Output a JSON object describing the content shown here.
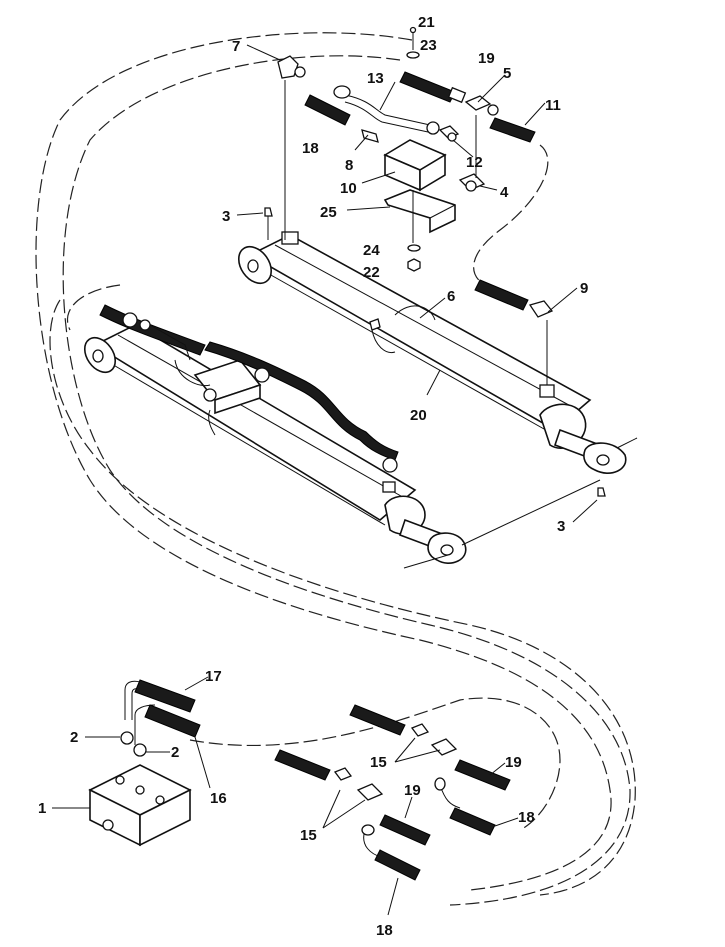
{
  "diagram": {
    "callouts": [
      {
        "id": "c21",
        "text": "21"
      },
      {
        "id": "c23",
        "text": "23"
      },
      {
        "id": "c7",
        "text": "7"
      },
      {
        "id": "c19a",
        "text": "19"
      },
      {
        "id": "c5",
        "text": "5"
      },
      {
        "id": "c13",
        "text": "13"
      },
      {
        "id": "c11",
        "text": "11"
      },
      {
        "id": "c18a",
        "text": "18"
      },
      {
        "id": "c12",
        "text": "12"
      },
      {
        "id": "c8",
        "text": "8"
      },
      {
        "id": "c10",
        "text": "10"
      },
      {
        "id": "c4",
        "text": "4"
      },
      {
        "id": "c3a",
        "text": "3"
      },
      {
        "id": "c25",
        "text": "25"
      },
      {
        "id": "c24",
        "text": "24"
      },
      {
        "id": "c22",
        "text": "22"
      },
      {
        "id": "c9",
        "text": "9"
      },
      {
        "id": "c6",
        "text": "6"
      },
      {
        "id": "c20",
        "text": "20"
      },
      {
        "id": "c3b",
        "text": "3"
      },
      {
        "id": "c17",
        "text": "17"
      },
      {
        "id": "c2a",
        "text": "2"
      },
      {
        "id": "c2b",
        "text": "2"
      },
      {
        "id": "c16",
        "text": "16"
      },
      {
        "id": "c1",
        "text": "1"
      },
      {
        "id": "c15a",
        "text": "15"
      },
      {
        "id": "c19b",
        "text": "19"
      },
      {
        "id": "c19c",
        "text": "19"
      },
      {
        "id": "c15b",
        "text": "15"
      },
      {
        "id": "c18b",
        "text": "18"
      },
      {
        "id": "c18c",
        "text": "18"
      }
    ]
  }
}
